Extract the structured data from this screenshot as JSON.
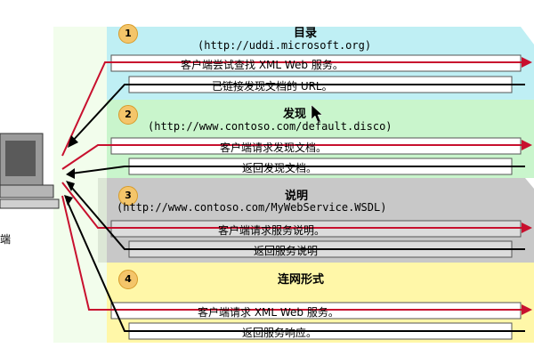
{
  "steps": [
    {
      "number": "1",
      "title": "目录",
      "url": "(http://uddi.microsoft.org)",
      "request": "客户端尝试查找 XML Web 服务。",
      "response": "已链接发现文档的 URL。"
    },
    {
      "number": "2",
      "title": "发现",
      "url": "(http://www.contoso.com/default.disco)",
      "request": "客户端请求发现文档。",
      "response": "返回发现文档。"
    },
    {
      "number": "3",
      "title": "说明",
      "url": "(http://www.contoso.com/MyWebService.WSDL)",
      "request": "客户端请求服务说明。",
      "response": "返回服务说明"
    },
    {
      "number": "4",
      "title": "连网形式",
      "url": "",
      "request": "客户端请求 XML Web 服务。",
      "response": "返回服务响应。"
    }
  ],
  "client_label_partial": "端",
  "colors": {
    "band1": "#bfeff4",
    "band2": "#c9f5cc",
    "band3": "#c8c8c8",
    "band4": "#fff7a8",
    "request_arrow": "#c8102e",
    "response_arrow": "#000000"
  }
}
